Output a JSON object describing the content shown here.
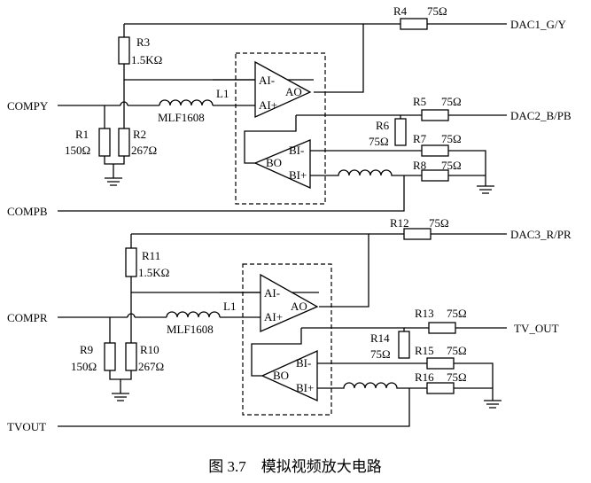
{
  "stage1": {
    "labels": {
      "r3": "R3",
      "r3_val": "1.5KΩ",
      "r4": "R4",
      "r4_val": "75Ω",
      "r1": "R1",
      "r1_val": "150Ω",
      "r2": "R2",
      "r2_val": "267Ω",
      "l1": "L1",
      "l1_part": "MLF1608",
      "r5": "R5",
      "r5_val": "75Ω",
      "r6": "R6",
      "r6_val": "75Ω",
      "r7": "R7",
      "r7_val": "75Ω",
      "r8": "R8",
      "r8_val": "75Ω",
      "amp_a_in_neg": "AI-",
      "amp_a_in_pos": "AI+",
      "amp_a_out": "AO",
      "amp_b_in_neg": "BI-",
      "amp_b_in_pos": "BI+",
      "amp_b_out": "BO"
    },
    "nets": {
      "compy": "COMPY",
      "compb": "COMPB",
      "dac1": "DAC1_G/Y",
      "dac2": "DAC2_B/PB"
    }
  },
  "stage2": {
    "labels": {
      "r11": "R11",
      "r11_val": "1.5KΩ",
      "r12": "R12",
      "r12_val": "75Ω",
      "r9": "R9",
      "r9_val": "150Ω",
      "r10": "R10",
      "r10_val": "267Ω",
      "l1": "L1",
      "l1_part": "MLF1608",
      "r13": "R13",
      "r13_val": "75Ω",
      "r14": "R14",
      "r14_val": "75Ω",
      "r15": "R15",
      "r15_val": "75Ω",
      "r16": "R16",
      "r16_val": "75Ω",
      "amp_a_in_neg": "AI-",
      "amp_a_in_pos": "AI+",
      "amp_a_out": "AO",
      "amp_b_in_neg": "BI-",
      "amp_b_in_pos": "BI+",
      "amp_b_out": "BO"
    },
    "nets": {
      "compr": "COMPR",
      "tvout": "TVOUT",
      "dac3": "DAC3_R/PR",
      "tv_out": "TV_OUT"
    }
  },
  "caption": "图 3.7　模拟视频放大电路"
}
